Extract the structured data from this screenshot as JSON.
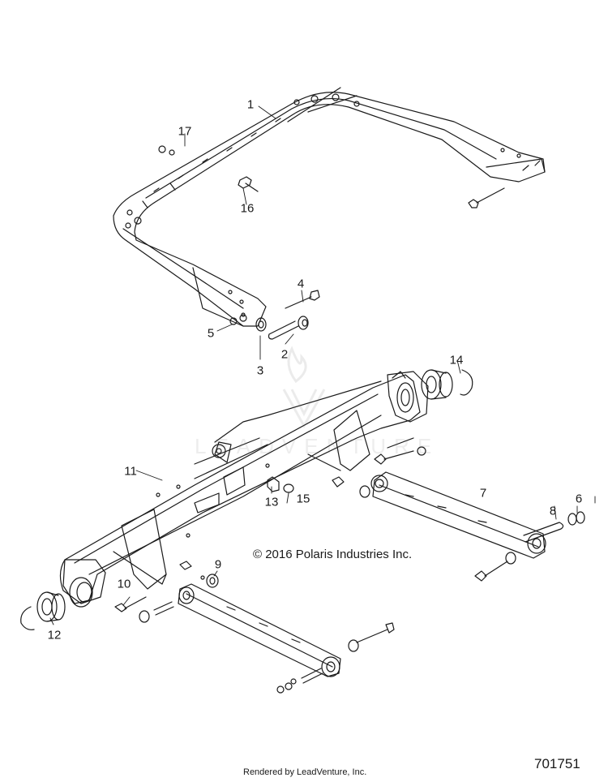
{
  "callouts": [
    {
      "number": "1"
    },
    {
      "number": "2"
    },
    {
      "number": "3"
    },
    {
      "number": "4"
    },
    {
      "number": "5"
    },
    {
      "number": "6"
    },
    {
      "number": "7"
    },
    {
      "number": "8"
    },
    {
      "number": "9"
    },
    {
      "number": "10"
    },
    {
      "number": "11"
    },
    {
      "number": "12"
    },
    {
      "number": "13"
    },
    {
      "number": "14"
    },
    {
      "number": "15"
    },
    {
      "number": "16"
    },
    {
      "number": "17"
    }
  ],
  "copyright": "© 2016 Polaris Industries Inc.",
  "diagram_number": "701751",
  "footer": "Rendered by LeadVenture, Inc.",
  "watermark": {
    "text": "LEADVENTURE"
  },
  "colors": {
    "line": "#1a1a1a",
    "watermark": "#7a7a7a"
  }
}
